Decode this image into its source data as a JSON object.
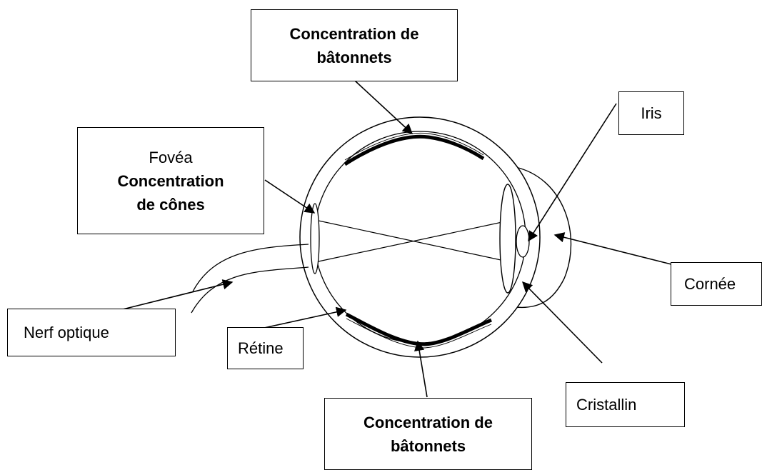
{
  "labels": {
    "top_rods": [
      "Concentration de",
      "bâtonnets"
    ],
    "fovea_title": "Fovéa",
    "fovea_desc": [
      "Concentration",
      "de cônes"
    ],
    "iris": "Iris",
    "cornee": "Cornée",
    "nerf_optique": "Nerf optique",
    "retine": "Rétine",
    "cristallin": "Cristallin",
    "bottom_rods": [
      "Concentration de",
      "bâtonnets"
    ]
  },
  "colors": {
    "stroke": "#000000",
    "background": "#ffffff"
  }
}
